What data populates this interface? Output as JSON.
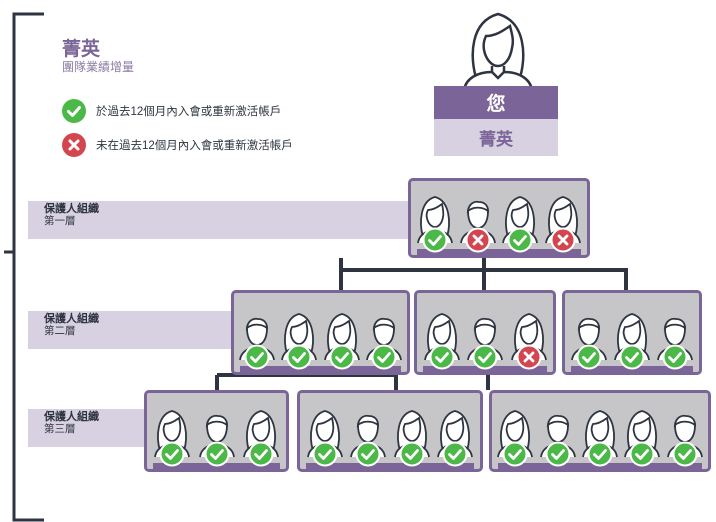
{
  "header": {
    "title": "菁英",
    "subtitle": "團隊業績增量"
  },
  "legend": [
    {
      "status": "active",
      "text": "於過去12個月內入會或重新激活帳戶"
    },
    {
      "status": "inactive",
      "text": "未在過去12個月內入會或重新激活帳戶"
    }
  ],
  "you": {
    "label": "您",
    "rank": "菁英"
  },
  "tiers": [
    {
      "label": "保護人組織",
      "level": "第一層"
    },
    {
      "label": "保護人組織",
      "level": "第二層"
    },
    {
      "label": "保護人組織",
      "level": "第三層"
    }
  ],
  "colors": {
    "purple": "#7b6497",
    "lavender": "#d8d1e1",
    "active": "#4cb848",
    "inactive": "#d3464f",
    "card": "#c6c6c8",
    "line": "#2e3540"
  },
  "groups": [
    {
      "tier": 1,
      "members": [
        {
          "gender": "female",
          "status": "active"
        },
        {
          "gender": "male",
          "status": "inactive"
        },
        {
          "gender": "female",
          "status": "active"
        },
        {
          "gender": "female",
          "status": "inactive"
        }
      ]
    },
    {
      "tier": 2,
      "members": [
        {
          "gender": "male",
          "status": "active"
        },
        {
          "gender": "female",
          "status": "active"
        },
        {
          "gender": "female",
          "status": "active"
        },
        {
          "gender": "male",
          "status": "active"
        }
      ]
    },
    {
      "tier": 2,
      "members": [
        {
          "gender": "female",
          "status": "active"
        },
        {
          "gender": "male",
          "status": "active"
        },
        {
          "gender": "female",
          "status": "inactive"
        }
      ]
    },
    {
      "tier": 2,
      "members": [
        {
          "gender": "male",
          "status": "active"
        },
        {
          "gender": "female",
          "status": "active"
        },
        {
          "gender": "male",
          "status": "active"
        }
      ]
    },
    {
      "tier": 3,
      "members": [
        {
          "gender": "female",
          "status": "active"
        },
        {
          "gender": "male",
          "status": "active"
        },
        {
          "gender": "female",
          "status": "active"
        }
      ]
    },
    {
      "tier": 3,
      "members": [
        {
          "gender": "female",
          "status": "active"
        },
        {
          "gender": "male",
          "status": "active"
        },
        {
          "gender": "female",
          "status": "active"
        },
        {
          "gender": "female",
          "status": "active"
        }
      ]
    },
    {
      "tier": 3,
      "members": [
        {
          "gender": "female",
          "status": "active"
        },
        {
          "gender": "male",
          "status": "active"
        },
        {
          "gender": "female",
          "status": "active"
        },
        {
          "gender": "female",
          "status": "active"
        },
        {
          "gender": "male",
          "status": "active"
        }
      ]
    }
  ]
}
